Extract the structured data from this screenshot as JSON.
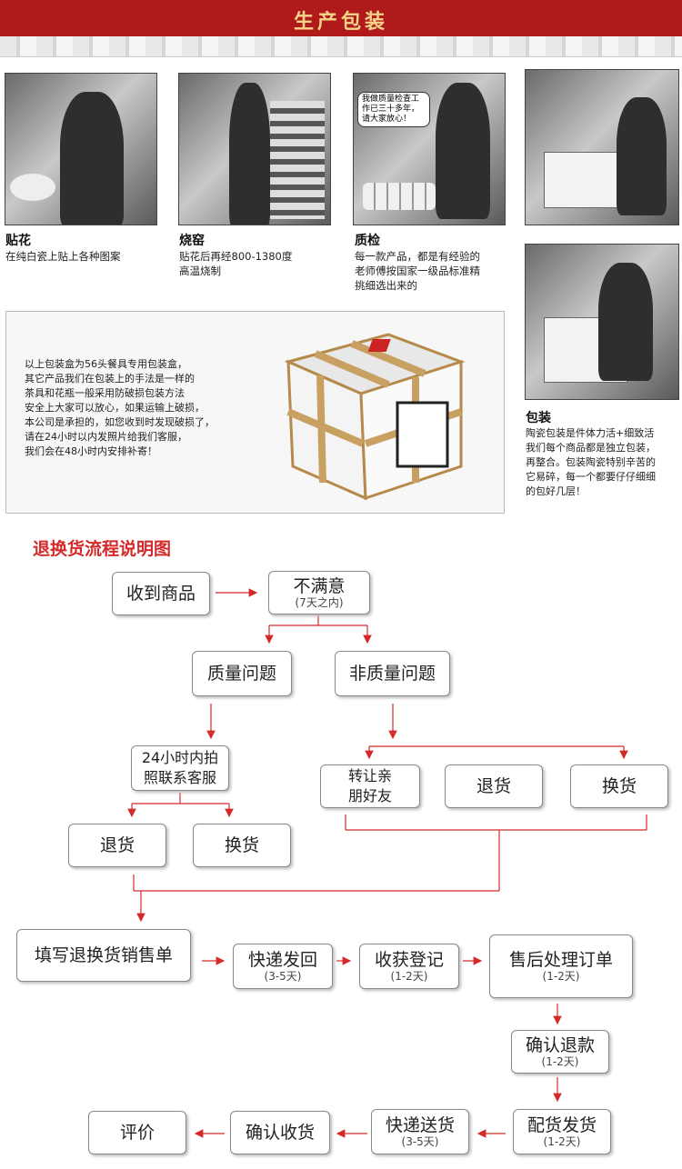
{
  "banner": {
    "title": "生产包装"
  },
  "steps": [
    {
      "title": "贴花",
      "desc": [
        "在纯白瓷上贴上各种图案"
      ]
    },
    {
      "title": "烧窑",
      "desc": [
        "贴花后再经800-1380度",
        "高温烧制"
      ]
    },
    {
      "title": "质检",
      "desc": [
        "每一款产品，都是有经验的",
        "老师傅按国家一级品标准精",
        "挑细选出来的"
      ],
      "bubble": "我做质量检查工作已三十多年，请大家放心！"
    },
    {
      "title": "包装",
      "desc": [
        "陶瓷包装是件体力活+细致活",
        "我们每个商品都是独立包装，",
        "再整合。包装陶瓷特别辛苦的",
        "它易碎，每一个都要仔仔细细",
        "的包好几层！"
      ]
    }
  ],
  "package": {
    "lines": [
      "以上包装盒为56头餐具专用包装盒，",
      "其它产品我们在包装上的手法是一样的",
      "茶具和花瓶一般采用防破损包装方法",
      "安全上大家可以放心，如果运输上破损，",
      "本公司是承担的，如您收到时发现破损了，",
      "请在24小时以内发照片给我们客服，",
      "我们会在48小时内安排补寄！"
    ]
  },
  "flow": {
    "title": "退换货流程说明图",
    "receive": "收到商品",
    "unsatisfied": "不满意",
    "unsatisfied_sub": "(7天之内)",
    "quality": "质量问题",
    "nonquality": "非质量问题",
    "photo_l1": "24小时内拍",
    "photo_l2": "照联系客服",
    "return1": "退货",
    "exchange1": "换货",
    "transfer_l1": "转让亲",
    "transfer_l2": "朋好友",
    "return2": "退货",
    "exchange2": "换货",
    "fill_form": "填写退换货销售单",
    "ship_back": "快递发回",
    "ship_back_sub": "(3-5天)",
    "receive_reg": "收获登记",
    "receive_reg_sub": "(1-2天)",
    "aftersale": "售后处理订单",
    "aftersale_sub": "(1-2天)",
    "refund": "确认退款",
    "refund_sub": "(1-2天)",
    "deliver": "配货发货",
    "deliver_sub": "(1-2天)",
    "express": "快递送货",
    "express_sub": "(3-5天)",
    "confirm": "确认收货",
    "review": "评价"
  }
}
